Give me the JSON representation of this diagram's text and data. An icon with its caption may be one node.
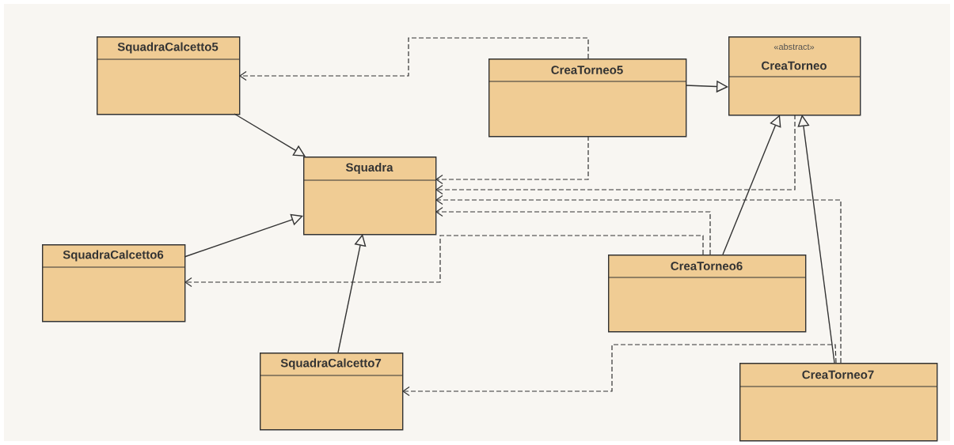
{
  "diagram": {
    "nodes": [
      {
        "text": [
          "SquadraCalcetto5"
        ]
      },
      {
        "text": [
          "CreaTorneo5"
        ]
      },
      {
        "text": [
          "«abstract»",
          "CreaTorneo"
        ]
      },
      {
        "text": [
          "Squadra"
        ]
      },
      {
        "text": [
          "SquadraCalcetto6"
        ]
      },
      {
        "text": [
          "CreaTorneo6"
        ]
      },
      {
        "text": [
          "SquadraCalcetto7"
        ]
      },
      {
        "text": [
          "CreaTorneo7"
        ]
      }
    ],
    "edges": [
      {
        "from": 0,
        "to": 3,
        "arrow": "to"
      },
      {
        "from": 4,
        "to": 3,
        "arrow": "to"
      },
      {
        "from": 6,
        "to": 3,
        "arrow": "to"
      },
      {
        "from": 1,
        "to": 2,
        "arrow": "to"
      },
      {
        "from": 5,
        "to": 2,
        "arrow": "to"
      },
      {
        "from": 7,
        "to": 2,
        "arrow": "to"
      },
      {
        "from": 1,
        "to": 0,
        "arrow": "to",
        "style": "dashed"
      },
      {
        "from": 1,
        "to": 3,
        "arrow": "to",
        "style": "dashed"
      },
      {
        "from": 2,
        "to": 3,
        "arrow": "to",
        "style": "dashed"
      },
      {
        "from": 7,
        "to": 3,
        "arrow": "to",
        "style": "dashed"
      },
      {
        "from": 5,
        "to": 3,
        "arrow": "to",
        "style": "dashed"
      },
      {
        "from": 5,
        "to": 4,
        "arrow": "to",
        "style": "dashed"
      },
      {
        "from": 7,
        "to": 6,
        "arrow": "to",
        "style": "dashed"
      }
    ]
  }
}
